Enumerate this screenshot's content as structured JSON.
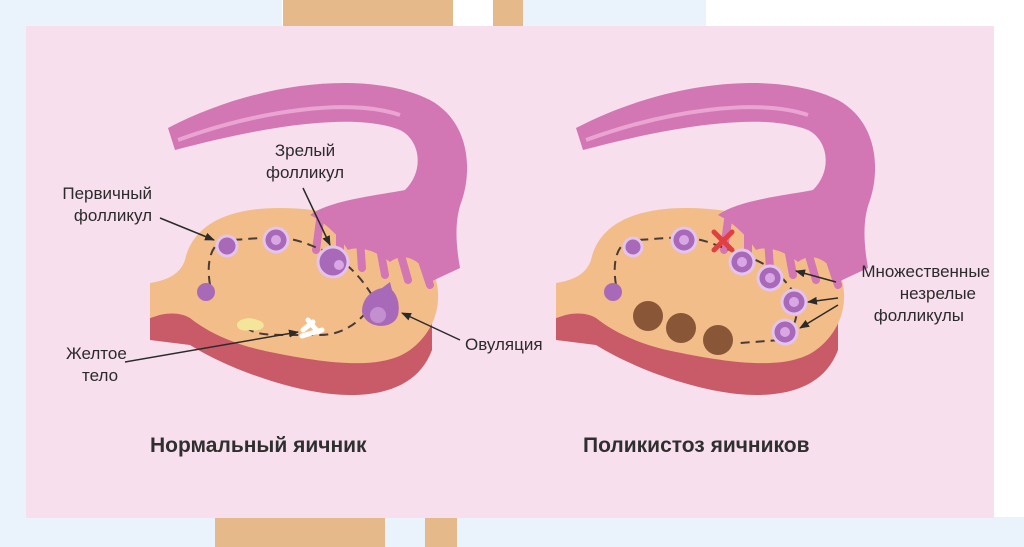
{
  "labels": {
    "primary_follicle": [
      "Первичный",
      "фолликул"
    ],
    "mature_follicle": [
      "Зрелый",
      "фолликул"
    ],
    "corpus_luteum": [
      "Желтое",
      "тело"
    ],
    "ovulation": "Овуляция",
    "multiple_immature": [
      "Множественные",
      "незрелые",
      "фолликулы"
    ]
  },
  "titles": {
    "normal": "Нормальный яичник",
    "pcos": "Поликистоз яичников"
  },
  "colors": {
    "panel": "#f7dfee",
    "ovary": "#f2bd88",
    "ovary_shadow": "#c95a68",
    "tube": "#d276b4",
    "follicle": "#a86ab8",
    "cyst": "#8a5638",
    "blocked_mark": "#e04040"
  }
}
